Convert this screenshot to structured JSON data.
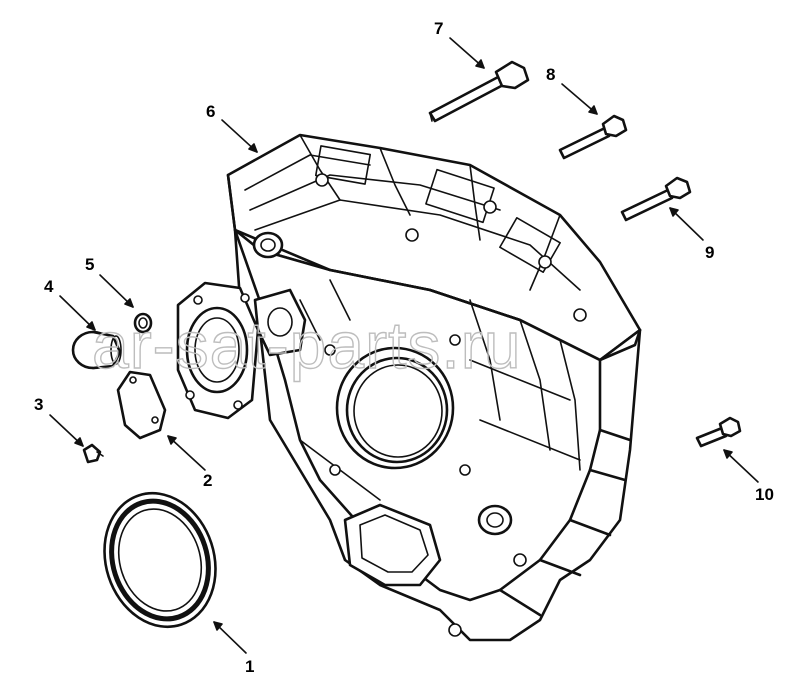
{
  "watermark": "ar-sat-parts.ru",
  "callouts": [
    {
      "id": "1",
      "label": "1"
    },
    {
      "id": "2",
      "label": "2"
    },
    {
      "id": "3",
      "label": "3"
    },
    {
      "id": "4",
      "label": "4"
    },
    {
      "id": "5",
      "label": "5"
    },
    {
      "id": "6",
      "label": "6"
    },
    {
      "id": "7",
      "label": "7"
    },
    {
      "id": "8",
      "label": "8"
    },
    {
      "id": "9",
      "label": "9"
    },
    {
      "id": "10",
      "label": "10"
    }
  ]
}
